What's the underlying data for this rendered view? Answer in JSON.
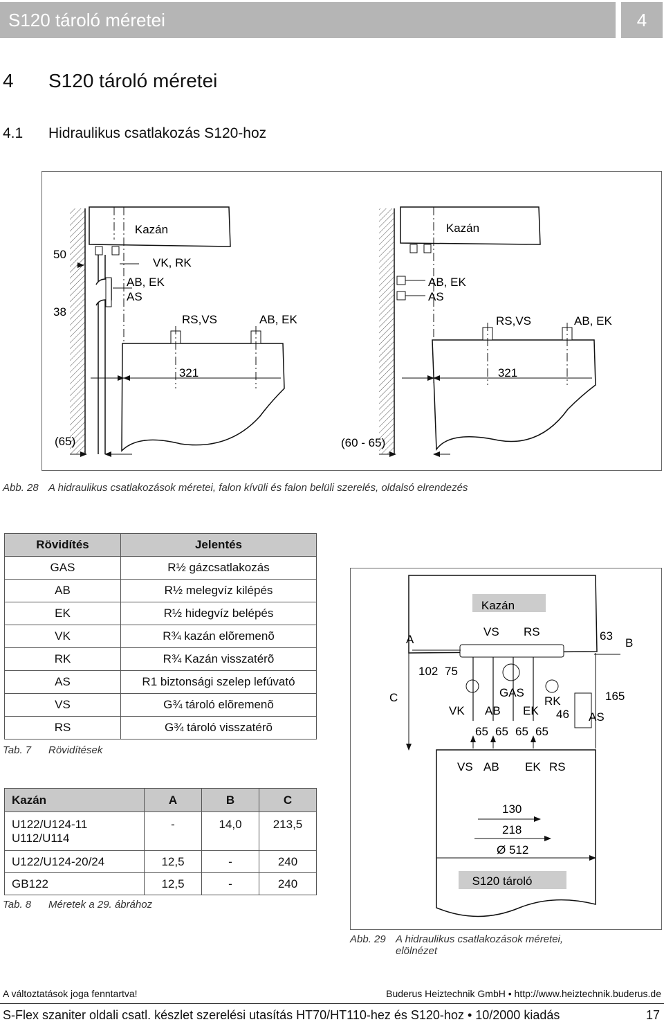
{
  "header": {
    "title": "S120 tároló méretei",
    "chapter_number": "4"
  },
  "heading1": {
    "number": "4",
    "title": "S120 tároló méretei"
  },
  "heading2": {
    "number": "4.1",
    "title": "Hidraulikus csatlakozás S120-hoz"
  },
  "figure28": {
    "labels": {
      "boiler_left": "Kazán",
      "boiler_right": "Kazán",
      "dim_50": "50",
      "dim_38": "38",
      "vk_rk": "VK, RK",
      "ab_ek_left": "AB, EK",
      "as_left": "AS",
      "rs_vs_left": "RS,VS",
      "ab_ek_tank_left": "AB, EK",
      "ab_ek_right": "AB, EK",
      "as_right": "AS",
      "rs_vs_right": "RS,VS",
      "ab_ek_tank_right": "AB, EK",
      "dim_321_left": "321",
      "dim_321_right": "321",
      "dim_65": "(65)",
      "dim_60_65": "(60 - 65)"
    },
    "caption_label": "Abb. 28",
    "caption_text": "A hidraulikus csatlakozások méretei, falon kívüli és falon belüli szerelés, oldalsó elrendezés"
  },
  "table7": {
    "headers": [
      "Rövidítés",
      "Jelentés"
    ],
    "rows": [
      {
        "abbr": "GAS",
        "meaning": "R½ gázcsatlakozás"
      },
      {
        "abbr": "AB",
        "meaning": "R½ melegvíz kilépés"
      },
      {
        "abbr": "EK",
        "meaning": "R½ hidegvíz belépés"
      },
      {
        "abbr": "VK",
        "meaning": "R¾ kazán elõremenõ"
      },
      {
        "abbr": "RK",
        "meaning": "R¾ Kazán visszatérõ"
      },
      {
        "abbr": "AS",
        "meaning": "R1 biztonsági szelep lefúvató"
      },
      {
        "abbr": "VS",
        "meaning": "G¾ tároló elõremenõ"
      },
      {
        "abbr": "RS",
        "meaning": "G¾ tároló visszatérõ"
      }
    ],
    "caption_label": "Tab. 7",
    "caption_text": "Rövidítések"
  },
  "table8": {
    "headers": [
      "Kazán",
      "A",
      "B",
      "C"
    ],
    "rows": [
      {
        "model": "U122/U124-11",
        "model2": "U112/U114",
        "a": "-",
        "b": "14,0",
        "c": "213,5"
      },
      {
        "model": "U122/U124-20/24",
        "a": "12,5",
        "b": "-",
        "c": "240"
      },
      {
        "model": "GB122",
        "a": "12,5",
        "b": "-",
        "c": "240"
      }
    ],
    "caption_label": "Tab. 8",
    "caption_text": "Méretek a 29. ábrához"
  },
  "figure29": {
    "labels": {
      "kazan": "Kazán",
      "a": "A",
      "vs_top": "VS",
      "rs_top": "RS",
      "d63": "63",
      "b": "B",
      "d102": "102",
      "d75": "75",
      "c": "C",
      "gas": "GAS",
      "rk": "RK",
      "d165": "165",
      "vk": "VK",
      "ab": "AB",
      "ek": "EK",
      "d46": "46",
      "as": "AS",
      "d65a": "65",
      "d65b": "65",
      "d65c": "65",
      "d65d": "65",
      "vs_bottom": "VS",
      "ab_bottom": "AB",
      "ek_bottom": "EK",
      "rs_bottom": "RS",
      "d130": "130",
      "d218": "218",
      "d512": "Ø 512",
      "tank": "S120 tároló"
    },
    "caption_label": "Abb. 29",
    "caption_text": "A hidraulikus csatlakozások méretei,",
    "caption_text2": "elölnézet"
  },
  "footer": {
    "left": "A változtatások joga fenntartva!",
    "right": "Buderus Heiztechnik GmbH • http://www.heiztechnik.buderus.de",
    "main": "S-Flex szaniter oldali csatl. készlet szerelési utasítás HT70/HT110-hez és S120-hoz • 10/2000 kiadás",
    "page": "17"
  }
}
